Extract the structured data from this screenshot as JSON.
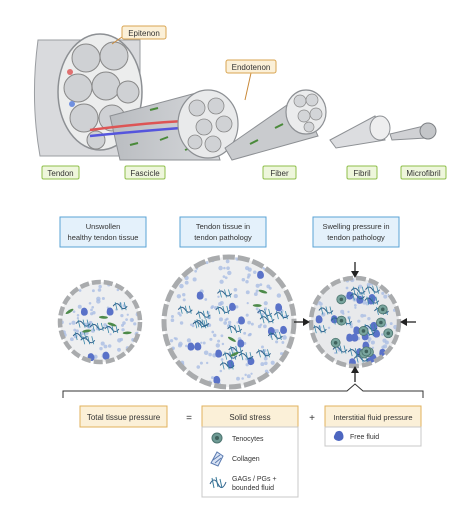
{
  "hierarchy": {
    "tag_epitenon": "Epitenon",
    "tag_endotenon": "Endotenon",
    "levels": [
      "Tendon",
      "Fascicle",
      "Fiber",
      "Fibril",
      "Microfibril"
    ]
  },
  "states": {
    "unswollen": [
      "Unswollen",
      "healthy tendon tissue"
    ],
    "pathology": [
      "Tendon tissue in",
      "tendon pathology"
    ],
    "swelling": [
      "Swelling pressure in",
      "tendon pathology"
    ]
  },
  "equation": {
    "total": "Total tissue pressure",
    "equals": "=",
    "solid": "Solid stress",
    "plus": "+",
    "interstitial": "Interstitial fluid pressure"
  },
  "legend_solid": [
    "Tenocytes",
    "Collagen",
    "GAGs / PGs +",
    "bounded fluid"
  ],
  "legend_fluid": [
    "Free fluid"
  ],
  "colors": {
    "green_label_bg": "#eef6dc",
    "green_label_border": "#8fbf4a",
    "blue_box_bg": "#e4f1fb",
    "blue_box_border": "#5aa3d6",
    "orange_box_bg": "#fbf0d8",
    "orange_box_border": "#e0b25c",
    "tenocyte": "#5e8f8a",
    "gag": "#2f5f8a",
    "fluid": "#5a72c8",
    "tissue": "#e7e8ea"
  }
}
